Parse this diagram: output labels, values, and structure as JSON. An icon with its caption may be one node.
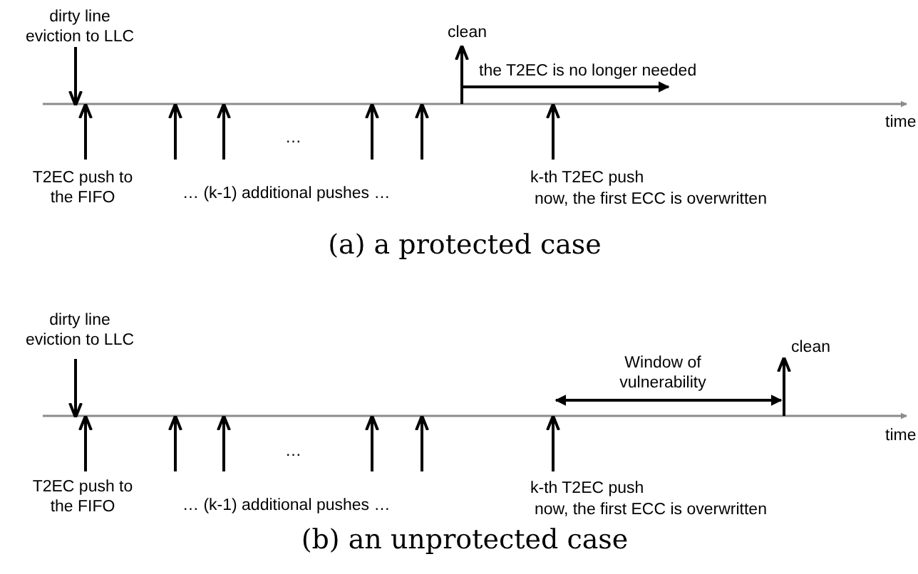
{
  "diagram": {
    "labels": [
      "dirty line eviction to LLC",
      "clean",
      "the T2EC is no longer needed",
      "time",
      "…",
      "T2EC push to the FIFO",
      "…   (k-1) additional pushes   …",
      "k-th T2EC push",
      "now, the first ECC is overwritten",
      "(a) a protected case",
      "dirty line eviction to LLC",
      "clean",
      "Window of vulnerability",
      "time",
      "…",
      "T2EC push to the FIFO",
      "…   (k-1) additional pushes   …",
      "k-th T2EC push",
      "now, the first ECC is overwritten",
      "(b) an unprotected case"
    ]
  }
}
